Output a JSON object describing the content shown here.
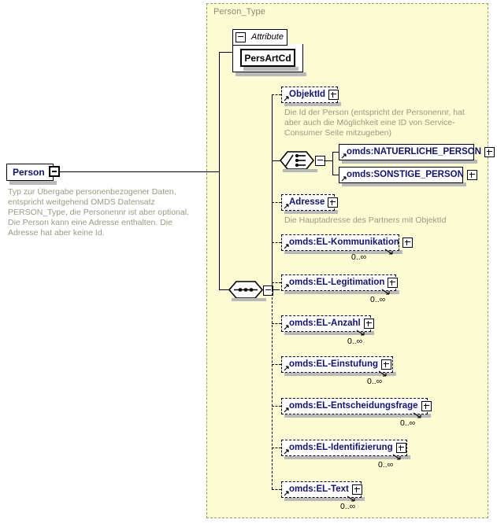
{
  "diagram": {
    "title": "Person_Type",
    "root": {
      "name": "Person",
      "expander": "minus",
      "documentation": "Typ zur Übergabe personenbezogener Daten, entspricht weitgehend OMDS Datensatz PERSON_Type, die Personennr ist aber optional. Die Person kann eine Adresse enthalten. Die Adresse hat aber keine Id."
    },
    "attribute_group": {
      "label": "Attribute",
      "expander": "minus",
      "attributes": [
        {
          "name": "PersArtCd"
        }
      ]
    },
    "compositors": [
      {
        "kind": "choice",
        "expander": "minus"
      },
      {
        "kind": "sequence",
        "expander": "minus"
      }
    ],
    "elements": [
      {
        "name": "ObjektId",
        "expander": "plus",
        "optional": true,
        "occurs": "",
        "documentation": "Die Id der Person (entspricht der Personennr, hat aber auch die Möglichkeit eine ID von Service-Consumer Seite mitzugeben)"
      },
      {
        "name": "omds:NATUERLICHE_PERSON",
        "expander": "plus",
        "optional": false,
        "occurs": "",
        "documentation": ""
      },
      {
        "name": "omds:SONSTIGE_PERSON",
        "expander": "plus",
        "optional": false,
        "occurs": "",
        "documentation": ""
      },
      {
        "name": "Adresse",
        "expander": "plus",
        "optional": true,
        "occurs": "",
        "documentation": "Die Hauptadresse des Partners mit ObjektId"
      },
      {
        "name": "omds:EL-Kommunikation",
        "expander": "plus",
        "optional": true,
        "occurs": "0..∞",
        "documentation": ""
      },
      {
        "name": "omds:EL-Legitimation",
        "expander": "plus",
        "optional": true,
        "occurs": "0..∞",
        "documentation": ""
      },
      {
        "name": "omds:EL-Anzahl",
        "expander": "plus",
        "optional": true,
        "occurs": "0..∞",
        "documentation": ""
      },
      {
        "name": "omds:EL-Einstufung",
        "expander": "plus",
        "optional": true,
        "occurs": "0..∞",
        "documentation": ""
      },
      {
        "name": "omds:EL-Entscheidungsfrage",
        "expander": "plus",
        "optional": true,
        "occurs": "0..∞",
        "documentation": ""
      },
      {
        "name": "omds:EL-Identifizierung",
        "expander": "plus",
        "optional": true,
        "occurs": "0..∞",
        "documentation": ""
      },
      {
        "name": "omds:EL-Text",
        "expander": "plus",
        "optional": true,
        "occurs": "0..∞",
        "documentation": ""
      }
    ],
    "colors": {
      "panel_background": "#fcfbd4",
      "panel_border": "#9a9a6a",
      "element_text": "#13136b",
      "documentation_text": "#9a9a82",
      "type_label": "#8a8a6e",
      "line": "#000000",
      "shadow": "#b9b9b9"
    }
  }
}
